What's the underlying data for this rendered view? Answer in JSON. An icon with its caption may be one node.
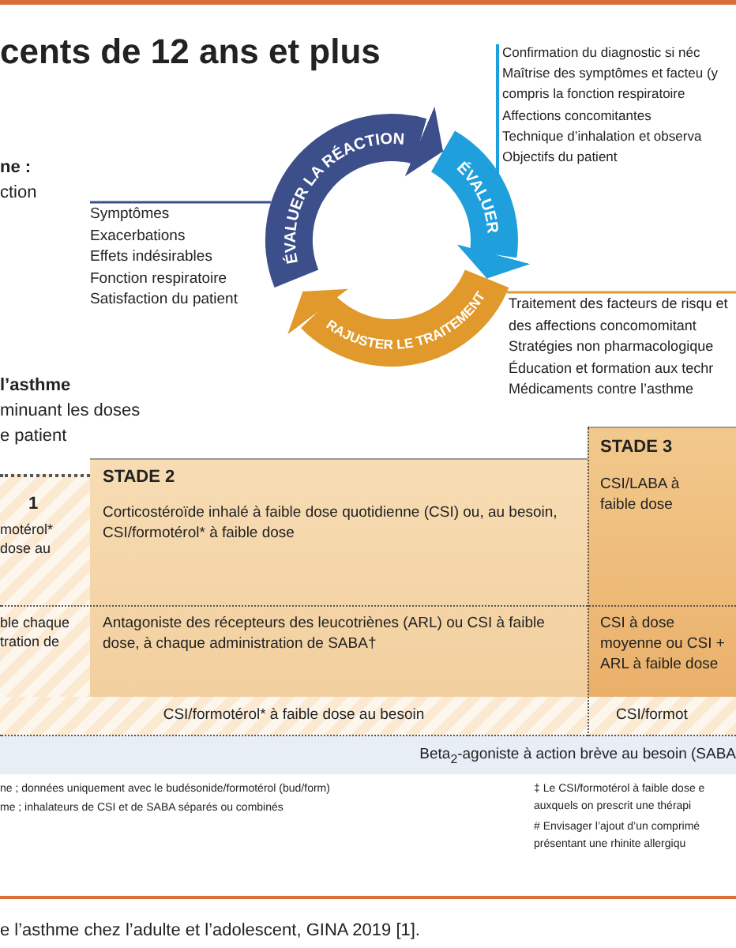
{
  "diagram": {
    "title": "cents de 12 ans et plus",
    "caption": "e l’asthme chez l’adulte et l’adolescent, GINA 2019 [1].",
    "nodes": [
      {
        "text": [
          "ÉVALUER LA RÉACTION"
        ]
      },
      {
        "text": [
          "ÉVALUER"
        ]
      },
      {
        "text": [
          "RAJUSTER LE TRAITEMENT"
        ]
      },
      {
        "text": [
          "Symptômes",
          "Exacerbations",
          "Effets indésirables",
          "Fonction respiratoire",
          "Satisfaction du patient"
        ]
      },
      {
        "text": [
          "Traitement des facteurs de risqu et des affections concomomitant",
          "Stratégies non pharmacologique",
          "Éducation et formation aux techr",
          "Médicaments contre l’asthme"
        ]
      },
      {
        "text": [
          "1",
          "motérol* dose au",
          "ble chaque tration de"
        ]
      },
      {
        "text": [
          "STADE 2",
          "Corticostéroïde inhalé à faible dose quotidienne (CSI) ou, au besoin, CSI/formotérol* à faible dose",
          "Antagoniste des récepteurs des leucotriènes (ARL) ou CSI à faible dose, à chaque administration de SABA†"
        ]
      },
      {
        "text": [
          "STADE 3",
          "CSI/LABA à faible dose",
          "CSI à dose moyenne ou CSI + ARL à faible dose"
        ]
      },
      {
        "text": [
          "CSI/formotérol* à faible dose au besoin"
        ]
      },
      {
        "text": [
          "CSI/formot"
        ]
      },
      {
        "text": [
          "Beta$_{2}$-agoniste à action brève au besoin (SABA"
        ]
      }
    ],
    "edges": [
      {
        "from": 0,
        "to": 1,
        "arrow": "to",
        "color": "#3d4f8a"
      },
      {
        "from": 1,
        "to": 2,
        "arrow": "to",
        "color": "#1fa0dc"
      },
      {
        "from": 2,
        "to": 0,
        "arrow": "to",
        "color": "#e0992a"
      },
      {
        "from": 3,
        "to": 0,
        "arrow": "none",
        "color": "#3d4f8a"
      },
      {
        "from": 4,
        "to": 2,
        "arrow": "none",
        "color": "#e0992a"
      }
    ],
    "labels": [
      "ne :",
      "ction",
      "Confirmation du diagnostic si néc",
      "Maîtrise des symptômes et facteu (y compris la fonction respiratoire",
      "Affections concomitantes",
      "Technique d’inhalation et observa",
      "Objectifs du patient",
      "l’asthme",
      "minuant les doses",
      "e patient",
      "ne ; données uniquement avec le budésonide/formotérol (bud/form)",
      "me ; inhalateurs de CSI et de SABA séparés ou combinés",
      "‡ Le CSI/formotérol à faible dose e auxquels on prescrit une thérapi",
      "# Envisager l’ajout d’un comprimé présentant une rhinite allergiqu"
    ]
  }
}
